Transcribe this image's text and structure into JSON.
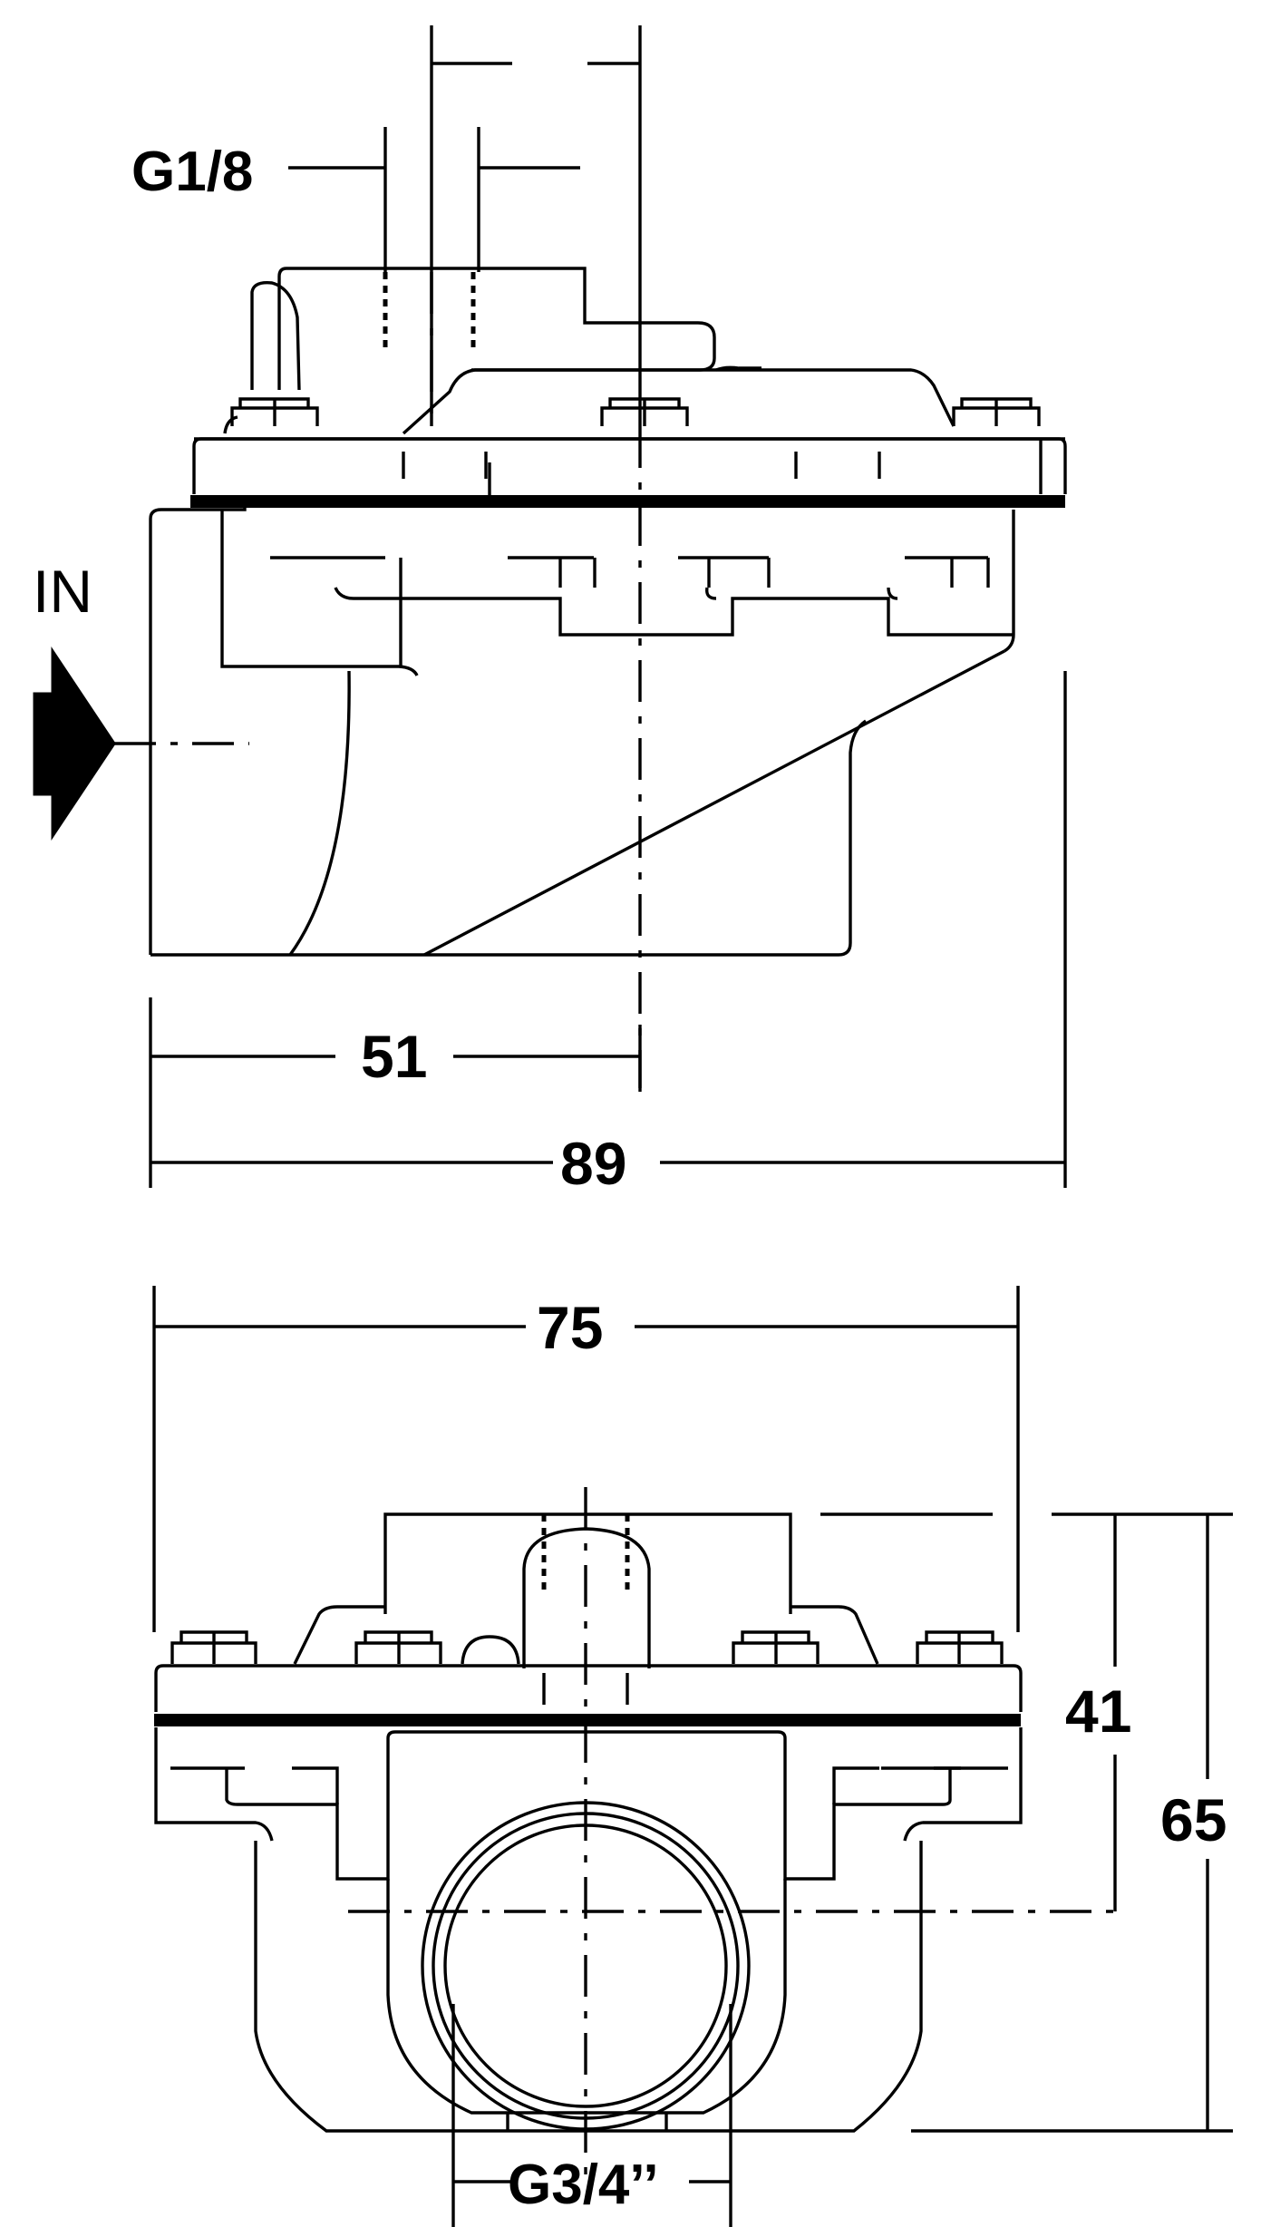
{
  "drawing": {
    "labels": {
      "inlet": "IN",
      "pilot_port": "G1/8",
      "outlet_thread": "G3/4’’"
    },
    "dimensions": {
      "inlet_to_center": "51",
      "overall_length": "89",
      "flange_width": "75",
      "outlet_axis_height": "41",
      "overall_height": "65"
    },
    "colors": {
      "line": "#000000",
      "background": "#ffffff"
    }
  }
}
